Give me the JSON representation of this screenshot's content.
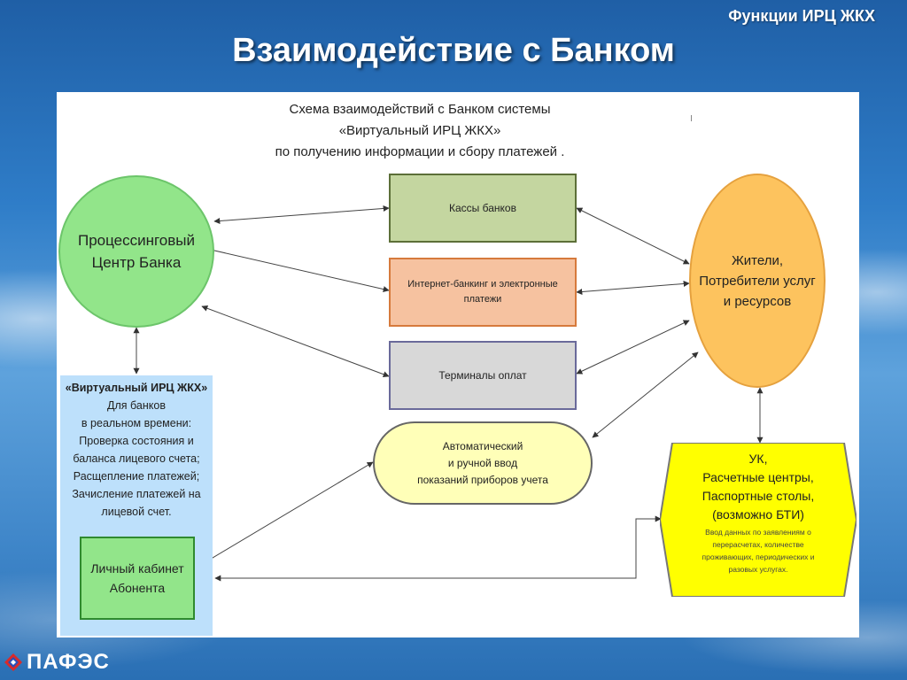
{
  "header": {
    "corner_title": "Функции ИРЦ ЖКХ",
    "title": "Взаимодействие с Банком"
  },
  "diagram": {
    "caption": [
      "Схема взаимодействий с Банком системы",
      "«Виртуальный ИРЦ ЖКХ»",
      "по получению информации и сбору платежей ."
    ],
    "tick_text": "ı",
    "processing_center": [
      "Процессинговый",
      "Центр Банка"
    ],
    "residents": [
      "Жители,",
      "Потребители услуг",
      "и ресурсов"
    ],
    "bank_cashdesks": "Кассы банков",
    "internet_banking": [
      "Интернет-банкинг и электронные",
      "платежи"
    ],
    "payment_terminals": "Терминалы оплат",
    "meter_input": [
      "Автоматический",
      "и ручной ввод",
      "показаний приборов учета"
    ],
    "virtual_irc": {
      "title": "«Виртуальный ИРЦ ЖКХ»",
      "lines": [
        "Для банков",
        "в реальном времени:",
        "Проверка состояния и",
        "баланса лицевого счета;",
        "Расщепление платежей;",
        "Зачисление платежей на",
        "лицевой счет."
      ]
    },
    "personal_cabinet": [
      "Личный кабинет",
      "Абонента"
    ],
    "management": {
      "lines": [
        "УК,",
        "Расчетные центры,",
        "Паспортные столы,",
        "(возможно БТИ)"
      ],
      "note": [
        "Ввод данных по заявлениям о",
        "перерасчетах, количестве",
        "проживающих, периодических и",
        "разовых услугах."
      ]
    }
  },
  "footer": {
    "logo_text": "ПАФЭС"
  },
  "colors": {
    "green": "#92e58a",
    "orange": "#fdc35e",
    "yellow": "#ffff00",
    "light_blue": "#bde0fb",
    "olive": "#c4d6a0",
    "peach": "#f6c2a0",
    "grey": "#d8d8d8",
    "cream": "#ffffb8"
  },
  "icons": {
    "logo": "pafes-logo-icon"
  }
}
